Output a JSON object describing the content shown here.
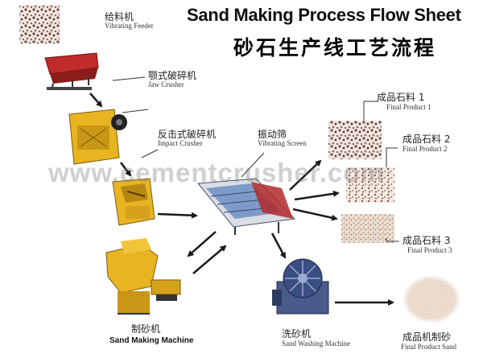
{
  "title": {
    "english": "Sand Making Process Flow Sheet",
    "chinese": "砂石生产线工艺流程"
  },
  "watermark": "www.cementcrusher.com",
  "equipment": [
    {
      "id": "vibrating-feeder",
      "label_cn": "给料机",
      "label_en": "Vibrating Feeder"
    },
    {
      "id": "jaw-crusher",
      "label_cn": "颚式破碎机",
      "label_en": "Jaw Crusher"
    },
    {
      "id": "impact-crusher",
      "label_cn": "反击式破碎机",
      "label_en": "Impact Crusher"
    },
    {
      "id": "vibrating-screen",
      "label_cn": "振动筛",
      "label_en": "Vibrating Screen"
    },
    {
      "id": "sand-making-machine",
      "label_cn": "制砂机",
      "label_en": "Sand Making Machine"
    },
    {
      "id": "sand-washing-machine",
      "label_cn": "洗砂机",
      "label_en": "Sand Washing Machine"
    }
  ],
  "products": [
    {
      "label_cn": "成品石料 1",
      "label_en": "Final Product 1"
    },
    {
      "label_cn": "成品石料 2",
      "label_en": "Final Product 2"
    },
    {
      "label_cn": "成品石料 3",
      "label_en": "Final Product 3"
    },
    {
      "label_cn": "成品机制砂",
      "label_en": "Final Product Sand"
    }
  ],
  "colors": {
    "machine_yellow": "#e8b422",
    "machine_red": "#b8282a",
    "screen_blue": "#7d9bc8",
    "arrow": "#1a1a1a"
  }
}
